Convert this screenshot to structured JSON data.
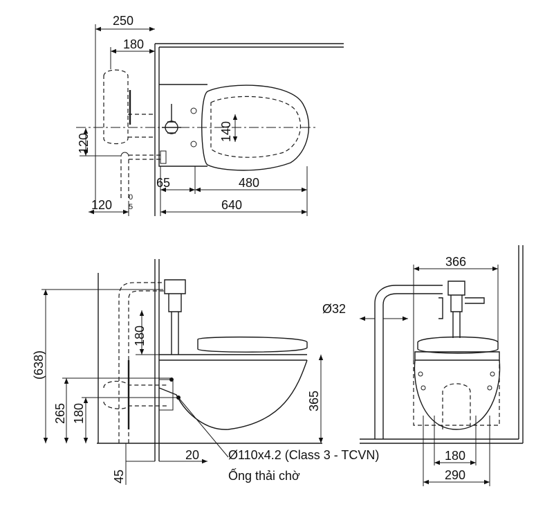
{
  "top_view": {
    "dims": {
      "d250": "250",
      "d180": "180",
      "d120v": "120",
      "d140": "140",
      "d65": "65",
      "d480": "480",
      "d120h": "120",
      "d0_5": "0",
      "d0_5b": "5",
      "d640": "640"
    }
  },
  "side_view": {
    "dims": {
      "d638": "(638)",
      "d180": "180",
      "d265": "265",
      "d180b": "180",
      "d45": "45",
      "d20": "20",
      "d365": "365"
    },
    "pipe_spec": "Ø110x4.2 (Class 3 - TCVN)",
    "pipe_label": "Ống thải chờ"
  },
  "front_view": {
    "dims": {
      "d366": "366",
      "d32": "Ø32",
      "d180": "180",
      "d290": "290"
    }
  }
}
